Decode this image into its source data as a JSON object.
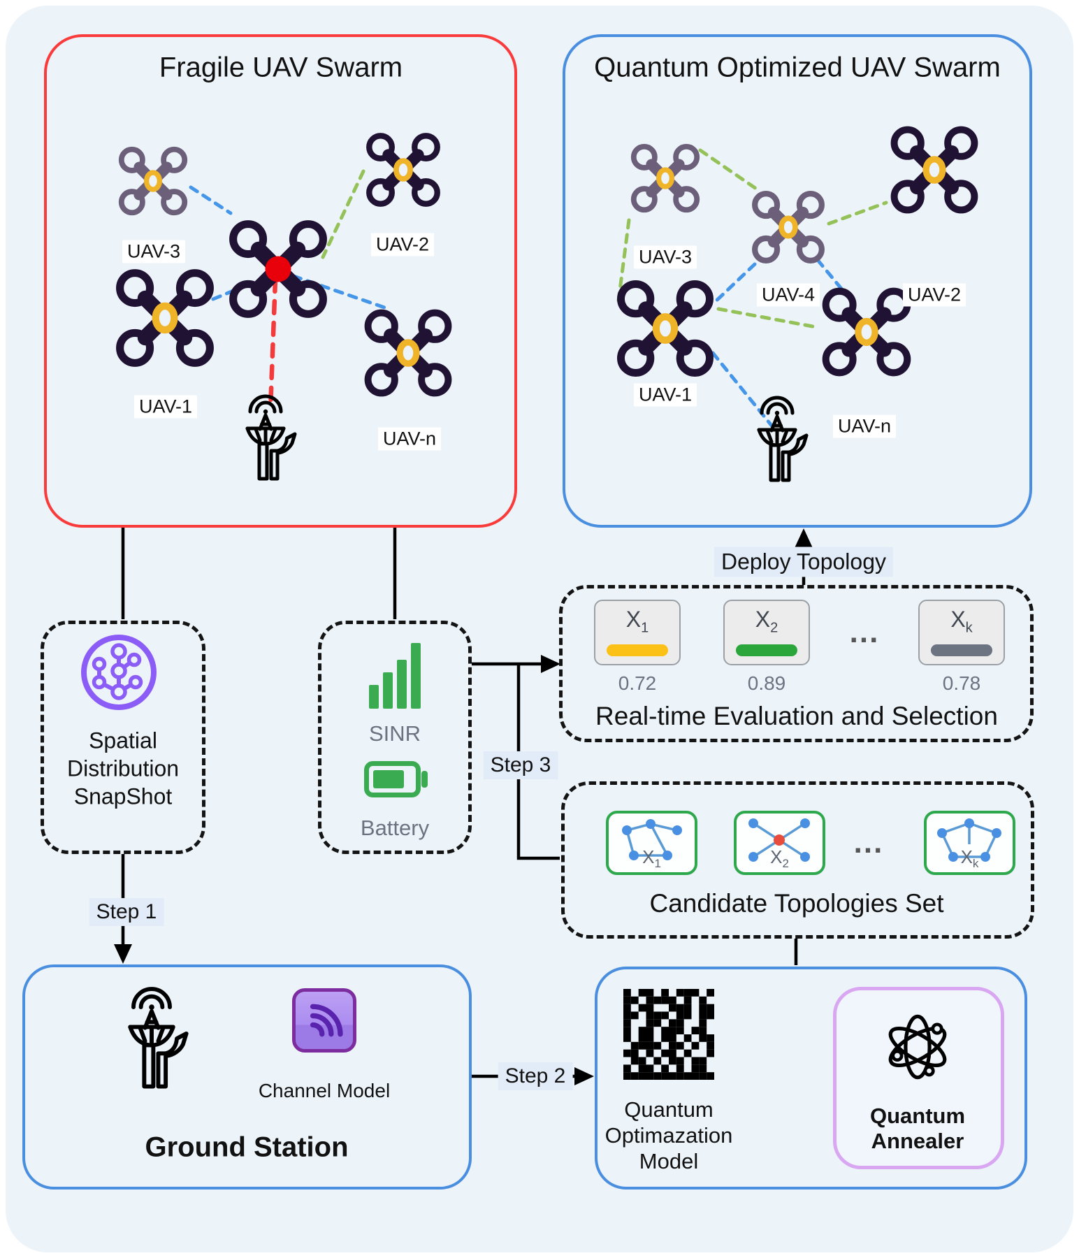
{
  "fragile": {
    "title": "Fragile UAV Swarm",
    "uavs": [
      "UAV-3",
      "UAV-2",
      "UAV-1",
      "UAV-n"
    ]
  },
  "optimized": {
    "title": "Quantum Optimized UAV Swarm",
    "uavs": [
      "UAV-3",
      "UAV-4",
      "UAV-2",
      "UAV-1",
      "UAV-n"
    ]
  },
  "spatial": {
    "lines": [
      "Spatial",
      "Distribution",
      "SnapShot"
    ]
  },
  "metrics": {
    "sinr_label": "SINR",
    "battery_label": "Battery"
  },
  "evaluation": {
    "title": "Real-time Evaluation and Selection",
    "ellipsis": "...",
    "cards": [
      {
        "label": "X",
        "sub": "1",
        "value": "0.72",
        "bar_color": "#fcc117"
      },
      {
        "label": "X",
        "sub": "2",
        "value": "0.89",
        "bar_color": "#2aa63a"
      },
      {
        "label": "X",
        "sub": "k",
        "value": "0.78",
        "bar_color": "#6b7480"
      }
    ]
  },
  "candidates": {
    "title": "Candidate Topologies Set",
    "ellipsis": "...",
    "cards": [
      {
        "label": "X",
        "sub": "1"
      },
      {
        "label": "X",
        "sub": "2"
      },
      {
        "label": "X",
        "sub": "k"
      }
    ]
  },
  "flow": {
    "deploy_label": "Deploy Topology",
    "step1": "Step 1",
    "step2": "Step 2",
    "step3": "Step 3"
  },
  "ground": {
    "title": "Ground Station",
    "channel_label": "Channel Model"
  },
  "quantum": {
    "model_lines": [
      "Quantum",
      "Optimazation",
      "Model"
    ],
    "annealer_lines": [
      "Quantum",
      "Annealer"
    ]
  },
  "colors": {
    "background": "#ecf3f9",
    "fragile_border": "#fa3b3b",
    "optimized_border": "#4a8ee0",
    "link_blue": "#4596e8",
    "link_green": "#94c158",
    "link_red": "#f43b3b",
    "uav_dark": "#201233",
    "uav_faded": "#6b5f79",
    "rotor_ring": "#f0b429",
    "failed_node": "#e8000b",
    "bar_yellow": "#fcc117",
    "bar_green": "#2aa63a",
    "bar_gray": "#6b7480",
    "candidate_border": "#2ea84c",
    "topology_node_blue": "#4a90e2",
    "topology_node_red": "#e74c3c",
    "spatial_purple": "#8b5cf6",
    "metric_green": "#3bab52",
    "annealer_border": "#d9a7f2",
    "label_bg": "#e2ecf8"
  }
}
